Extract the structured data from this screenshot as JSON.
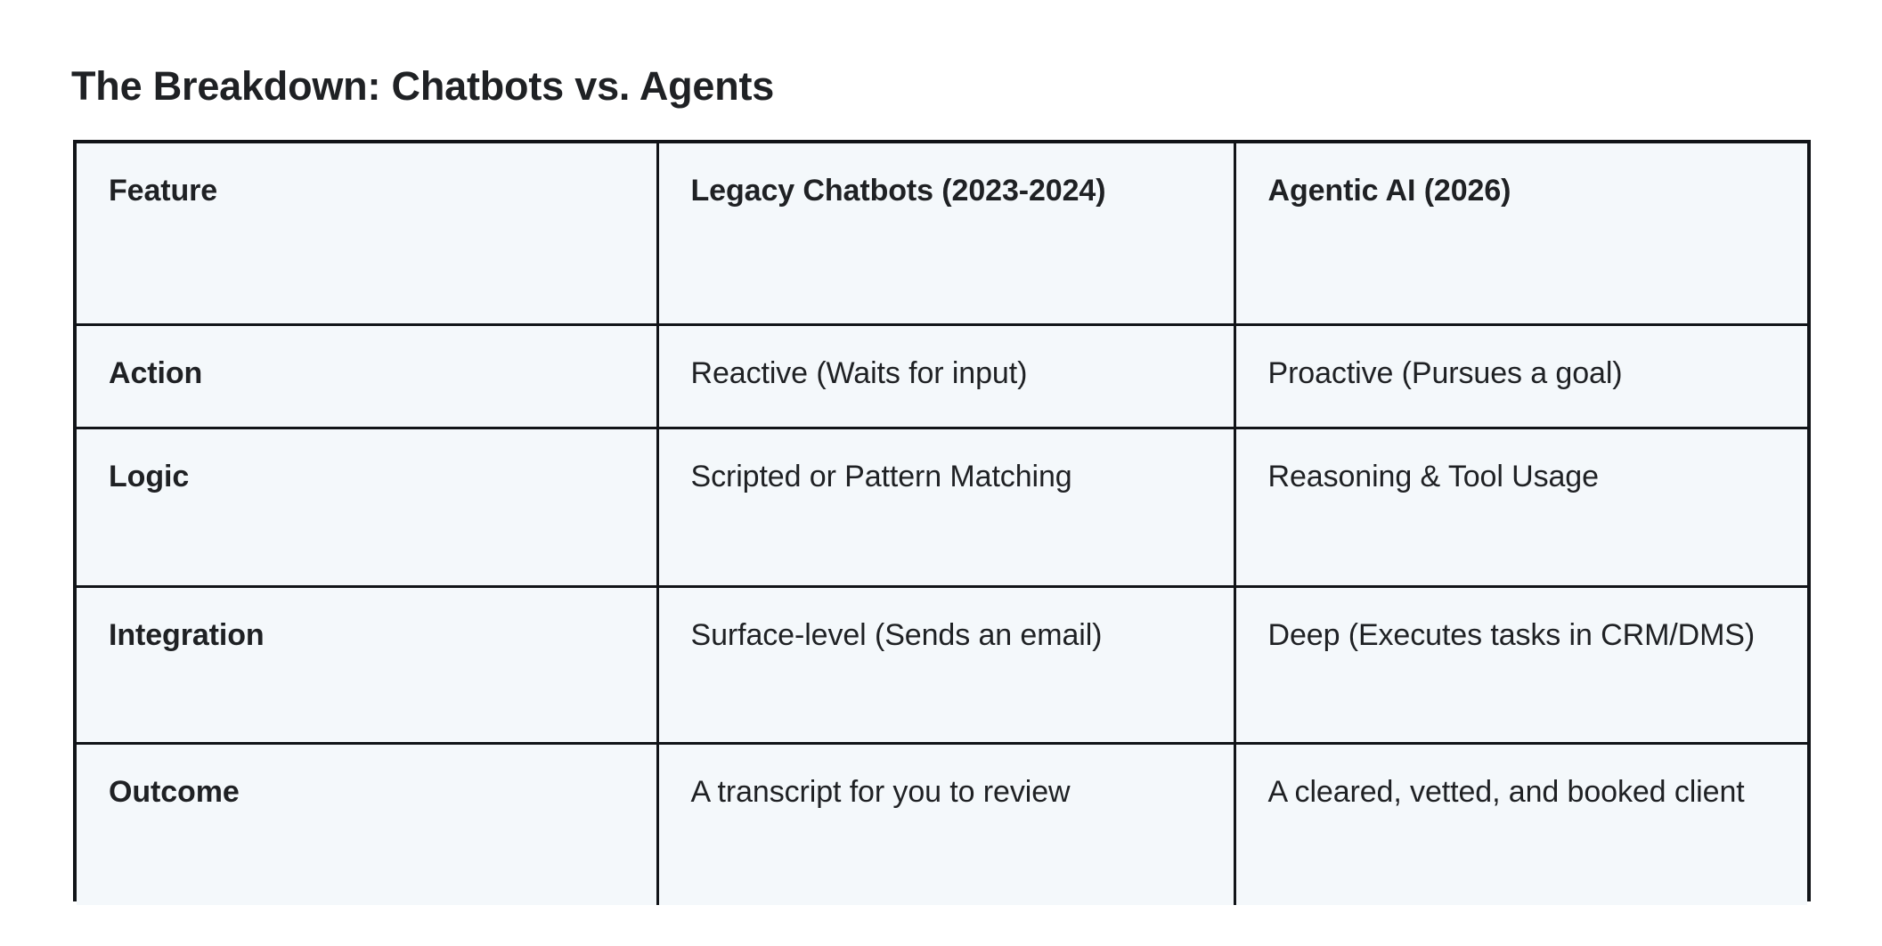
{
  "page": {
    "title": "The Breakdown: Chatbots vs. Agents",
    "background_color": "#ffffff",
    "text_color": "#1f2124"
  },
  "table": {
    "border_color": "#111418",
    "cell_background": "#f4f8fb",
    "columns": [
      {
        "key": "feature",
        "header": "Feature"
      },
      {
        "key": "legacy",
        "header": "Legacy Chatbots (2023-2024)"
      },
      {
        "key": "agentic",
        "header": "Agentic AI (2026)"
      }
    ],
    "rows": [
      {
        "feature": "Action",
        "legacy": "Reactive (Waits for input)",
        "agentic": "Proactive (Pursues a goal)"
      },
      {
        "feature": "Logic",
        "legacy": "Scripted or Pattern Matching",
        "agentic": "Reasoning & Tool Usage"
      },
      {
        "feature": "Integration",
        "legacy": "Surface-level (Sends an email)",
        "agentic": "Deep (Executes tasks in CRM/DMS)"
      },
      {
        "feature": "Outcome",
        "legacy": "A transcript for you to review",
        "agentic": "A cleared, vetted, and booked client"
      }
    ]
  }
}
